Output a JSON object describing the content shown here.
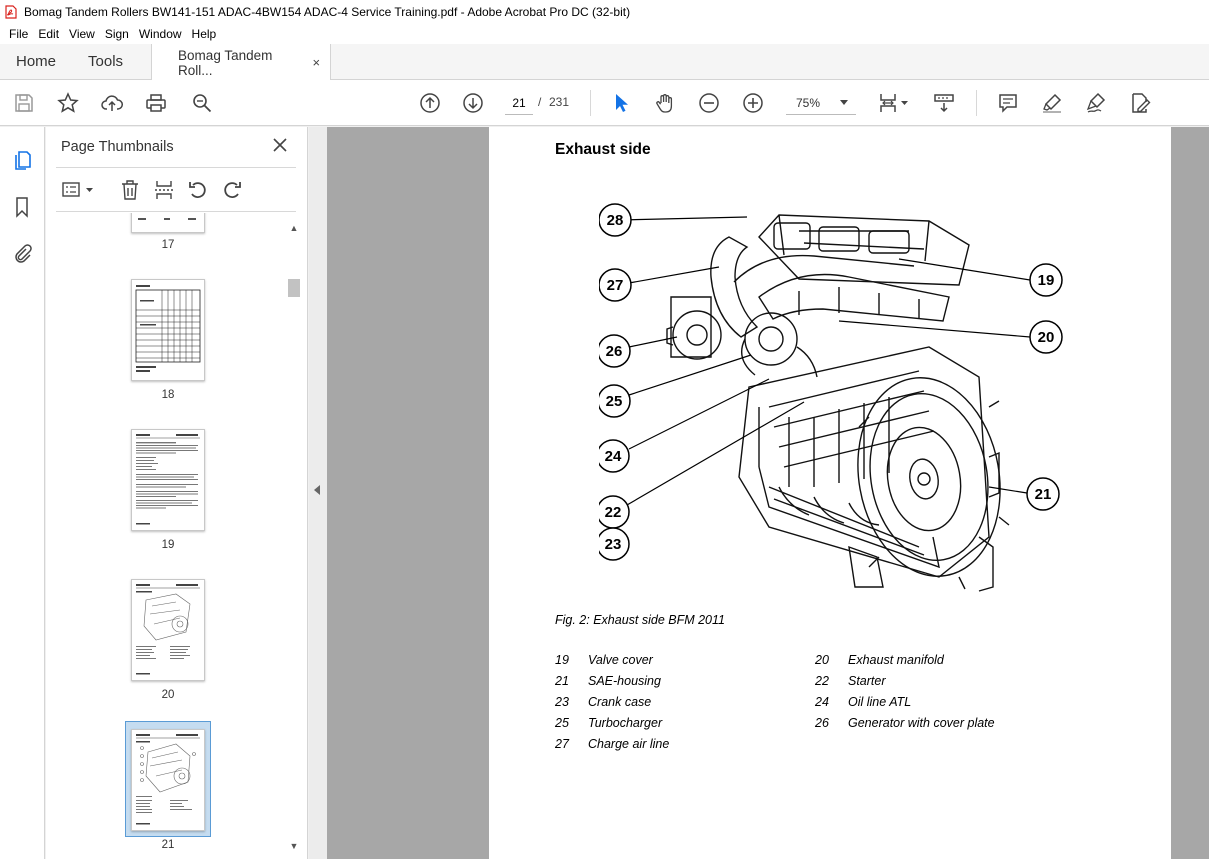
{
  "window": {
    "title": "Bomag Tandem Rollers BW141-151 ADAC-4BW154 ADAC-4 Service Training.pdf - Adobe Acrobat Pro DC (32-bit)"
  },
  "menu": [
    "File",
    "Edit",
    "View",
    "Sign",
    "Window",
    "Help"
  ],
  "tabs": {
    "home": "Home",
    "tools": "Tools",
    "document": "Bomag Tandem Roll...",
    "close_symbol": "×"
  },
  "toolbar": {
    "current_page": "21",
    "separator": "/",
    "total_pages": "231",
    "zoom": "75%",
    "icons": [
      "save-icon",
      "bookmark-star-icon",
      "upload-cloud-icon",
      "print-icon",
      "zoom-search-icon",
      "page-up-icon",
      "page-down-icon",
      "select-arrow-icon",
      "hand-icon",
      "zoom-out-icon",
      "zoom-in-icon",
      "fit-page-icon",
      "scroll-mode-icon",
      "comment-icon",
      "highlight-pen-icon",
      "sign-icon",
      "edit-pdf-icon"
    ]
  },
  "thumbnails": {
    "title": "Page Thumbnails",
    "items": [
      {
        "page": "17"
      },
      {
        "page": "18"
      },
      {
        "page": "19"
      },
      {
        "page": "20"
      },
      {
        "page": "21",
        "selected": true
      }
    ]
  },
  "document_page": {
    "heading": "Exhaust side",
    "callouts": [
      "28",
      "27",
      "26",
      "25",
      "24",
      "22",
      "23",
      "19",
      "20",
      "21"
    ],
    "caption": "Fig. 2: Exhaust side  BFM 2011",
    "legend": [
      {
        "num": "19",
        "label": "Valve cover"
      },
      {
        "num": "20",
        "label": "Exhaust manifold"
      },
      {
        "num": "21",
        "label": "SAE-housing"
      },
      {
        "num": "22",
        "label": "Starter"
      },
      {
        "num": "23",
        "label": "Crank case"
      },
      {
        "num": "24",
        "label": "Oil line ATL"
      },
      {
        "num": "25",
        "label": "Turbocharger"
      },
      {
        "num": "26",
        "label": "Generator with cover plate"
      },
      {
        "num": "27",
        "label": "Charge air line"
      }
    ]
  },
  "colors": {
    "accent": "#1473e6",
    "pdf_red": "#d9221c",
    "doc_background": "#a7a7a7",
    "selected_thumb": "#c5dcf0"
  }
}
